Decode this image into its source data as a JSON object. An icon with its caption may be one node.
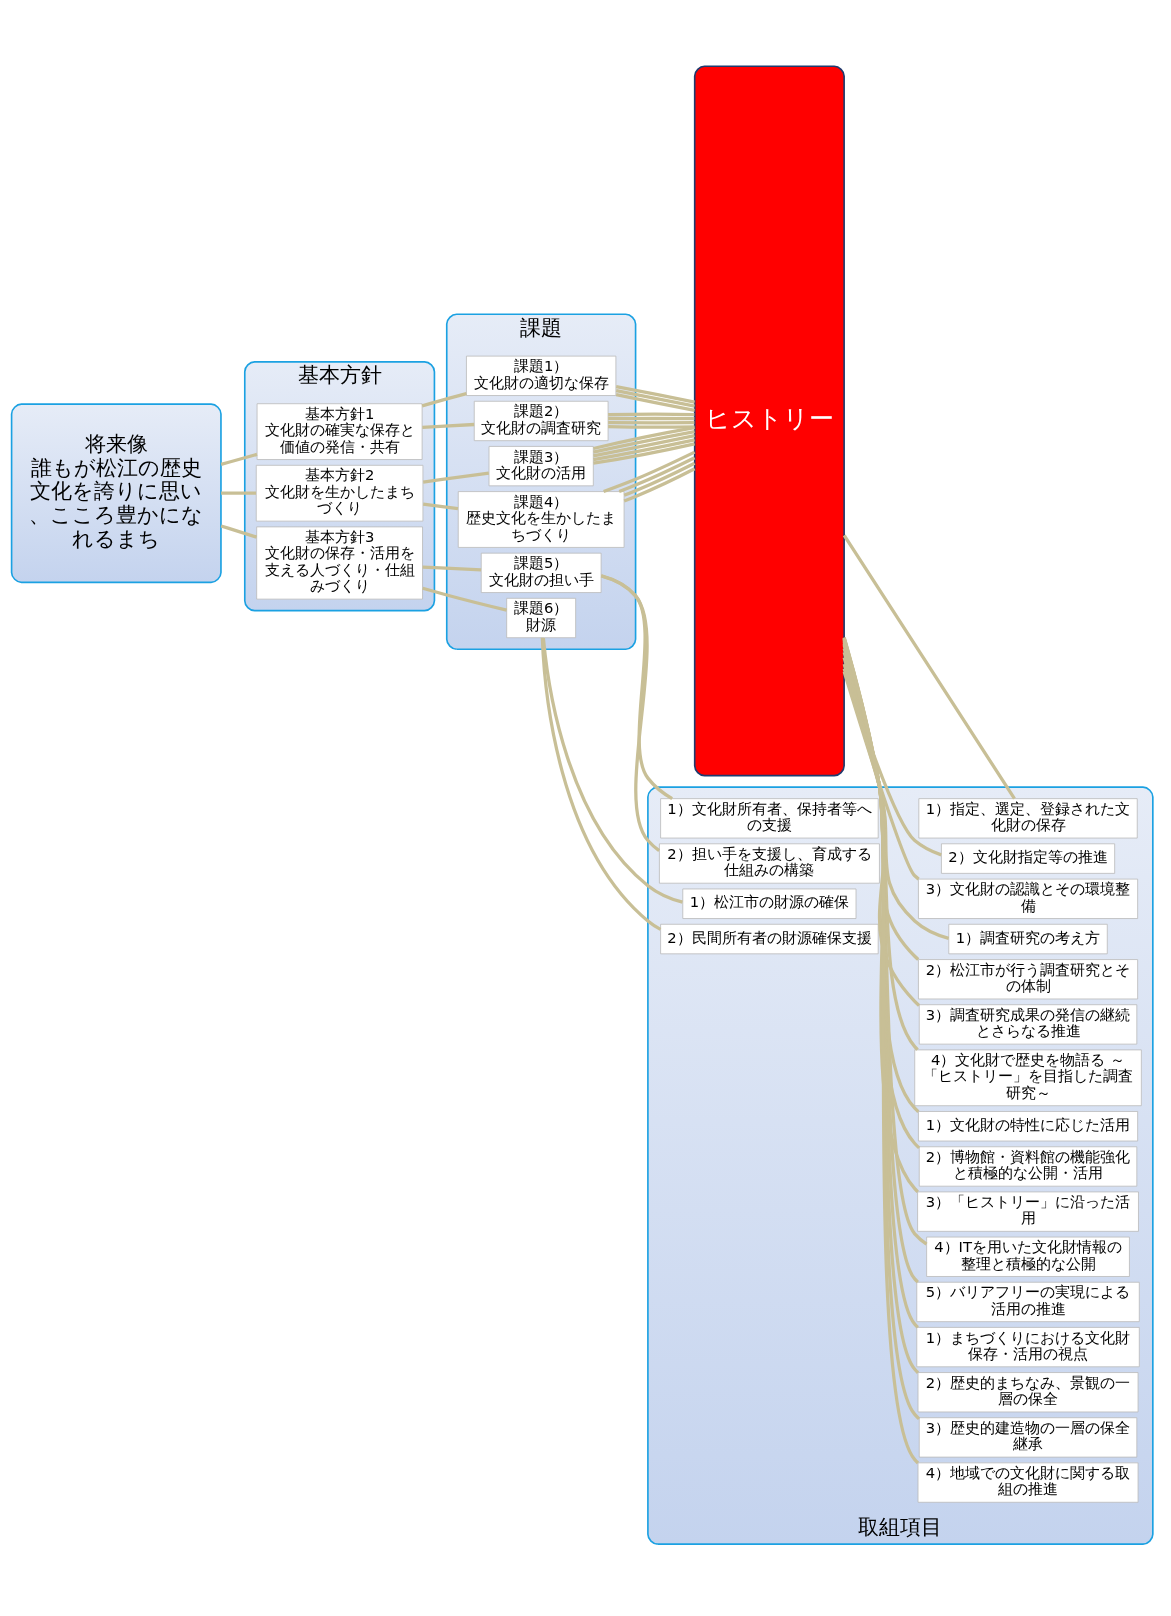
{
  "diagram": {
    "nodes": [
      {
        "text": [
          "将来像",
          "誰もが松江の歴史文化を誇りに思い、こころ豊かになれるまち"
        ]
      },
      {
        "text": [
          "基本方針"
        ]
      },
      {
        "text": [
          "基本方針1",
          "文化財の確実な保存と価値の発信・共有"
        ],
        "in": 1
      },
      {
        "text": [
          "基本方針2",
          "文化財を生かしたまちづくり"
        ],
        "in": 1
      },
      {
        "text": [
          "基本方針3",
          "文化財の保存・活用を支える人づくり・仕組みづくり"
        ],
        "in": 1
      },
      {
        "text": [
          "課題"
        ]
      },
      {
        "text": [
          "課題1）",
          "文化財の適切な保存"
        ],
        "in": 5
      },
      {
        "text": [
          "課題2）",
          "文化財の調査研究"
        ],
        "in": 5
      },
      {
        "text": [
          "課題3）",
          "文化財の活用"
        ],
        "in": 5
      },
      {
        "text": [
          "課題4）",
          "歴史文化を生かしたまちづくり"
        ],
        "in": 5
      },
      {
        "text": [
          "課題5）",
          "文化財の担い手"
        ],
        "in": 5
      },
      {
        "text": [
          "課題6）",
          "財源"
        ],
        "in": 5
      },
      {
        "text": [
          "ヒストリー"
        ]
      },
      {
        "text": [
          "取組項目"
        ]
      },
      {
        "text": [
          "1）指定、選定、登録された文化財の保存"
        ],
        "in": 13
      },
      {
        "text": [
          "2）文化財指定等の推進"
        ],
        "in": 13
      },
      {
        "text": [
          "3）文化財の認識とその環境整備"
        ],
        "in": 13
      },
      {
        "text": [
          "1）調査研究の考え方"
        ],
        "in": 13
      },
      {
        "text": [
          "2）松江市が行う調査研究とその体制"
        ],
        "in": 13
      },
      {
        "text": [
          "3）調査研究成果の発信の継続とさらなる推進"
        ],
        "in": 13
      },
      {
        "text": [
          "4）文化財で歴史を物語る ～「ヒストリー」を目指した調査研究～"
        ],
        "in": 13
      },
      {
        "text": [
          "1）文化財の特性に応じた活用"
        ],
        "in": 13
      },
      {
        "text": [
          "2）博物館・資料館の機能強化と積極的な公開・活用"
        ],
        "in": 13
      },
      {
        "text": [
          "3）「ヒストリー」に沿った活用"
        ],
        "in": 13
      },
      {
        "text": [
          "4）ITを用いた文化財情報の整理と積極的な公開"
        ],
        "in": 13
      },
      {
        "text": [
          "5）バリアフリーの実現による活用の推進"
        ],
        "in": 13
      },
      {
        "text": [
          "1）まちづくりにおける文化財保存・活用の視点"
        ],
        "in": 13
      },
      {
        "text": [
          "2）歴史的まちなみ、景観の一層の保全"
        ],
        "in": 13
      },
      {
        "text": [
          "3）歴史的建造物の一層の保全継承"
        ],
        "in": 13
      },
      {
        "text": [
          "4）地域での文化財に関する取組の推進"
        ],
        "in": 13
      },
      {
        "text": [
          "1）文化財所有者、保持者等への支援"
        ],
        "in": 13
      },
      {
        "text": [
          "2）担い手を支援し、育成する仕組みの構築"
        ],
        "in": 13
      },
      {
        "text": [
          "1）松江市の財源の確保"
        ],
        "in": 13
      },
      {
        "text": [
          "2）民間所有者の財源確保支援"
        ],
        "in": 13
      }
    ],
    "edges": [
      {
        "from": 0,
        "to": 2,
        "arrow": "none"
      },
      {
        "from": 0,
        "to": 3,
        "arrow": "none"
      },
      {
        "from": 0,
        "to": 4,
        "arrow": "none"
      },
      {
        "from": 2,
        "to": 6,
        "arrow": "none"
      },
      {
        "from": 2,
        "to": 7,
        "arrow": "none"
      },
      {
        "from": 3,
        "to": 8,
        "arrow": "none"
      },
      {
        "from": 3,
        "to": 9,
        "arrow": "none"
      },
      {
        "from": 4,
        "to": 10,
        "arrow": "none"
      },
      {
        "from": 4,
        "to": 11,
        "arrow": "none"
      },
      {
        "from": 6,
        "to": 12,
        "arrow": "none"
      },
      {
        "from": 6,
        "to": 12,
        "arrow": "none"
      },
      {
        "from": 6,
        "to": 12,
        "arrow": "none"
      },
      {
        "from": 7,
        "to": 12,
        "arrow": "none"
      },
      {
        "from": 7,
        "to": 12,
        "arrow": "none"
      },
      {
        "from": 7,
        "to": 12,
        "arrow": "none"
      },
      {
        "from": 7,
        "to": 12,
        "arrow": "none"
      },
      {
        "from": 8,
        "to": 12,
        "arrow": "none"
      },
      {
        "from": 8,
        "to": 12,
        "arrow": "none"
      },
      {
        "from": 8,
        "to": 12,
        "arrow": "none"
      },
      {
        "from": 8,
        "to": 12,
        "arrow": "none"
      },
      {
        "from": 8,
        "to": 12,
        "arrow": "none"
      },
      {
        "from": 9,
        "to": 12,
        "arrow": "none"
      },
      {
        "from": 9,
        "to": 12,
        "arrow": "none"
      },
      {
        "from": 9,
        "to": 12,
        "arrow": "none"
      },
      {
        "from": 9,
        "to": 12,
        "arrow": "none"
      },
      {
        "from": 12,
        "to": 14,
        "arrow": "none"
      },
      {
        "from": 12,
        "to": 15,
        "arrow": "none"
      },
      {
        "from": 12,
        "to": 16,
        "arrow": "none"
      },
      {
        "from": 12,
        "to": 17,
        "arrow": "none"
      },
      {
        "from": 12,
        "to": 18,
        "arrow": "none"
      },
      {
        "from": 12,
        "to": 19,
        "arrow": "none"
      },
      {
        "from": 12,
        "to": 20,
        "arrow": "none"
      },
      {
        "from": 12,
        "to": 21,
        "arrow": "none"
      },
      {
        "from": 12,
        "to": 22,
        "arrow": "none"
      },
      {
        "from": 12,
        "to": 23,
        "arrow": "none"
      },
      {
        "from": 12,
        "to": 24,
        "arrow": "none"
      },
      {
        "from": 12,
        "to": 25,
        "arrow": "none"
      },
      {
        "from": 12,
        "to": 26,
        "arrow": "none"
      },
      {
        "from": 12,
        "to": 27,
        "arrow": "none"
      },
      {
        "from": 12,
        "to": 28,
        "arrow": "none"
      },
      {
        "from": 12,
        "to": 29,
        "arrow": "none"
      },
      {
        "from": 10,
        "to": 30,
        "arrow": "none"
      },
      {
        "from": 10,
        "to": 31,
        "arrow": "none"
      },
      {
        "from": 11,
        "to": 32,
        "arrow": "none"
      },
      {
        "from": 11,
        "to": 33,
        "arrow": "none"
      }
    ]
  }
}
